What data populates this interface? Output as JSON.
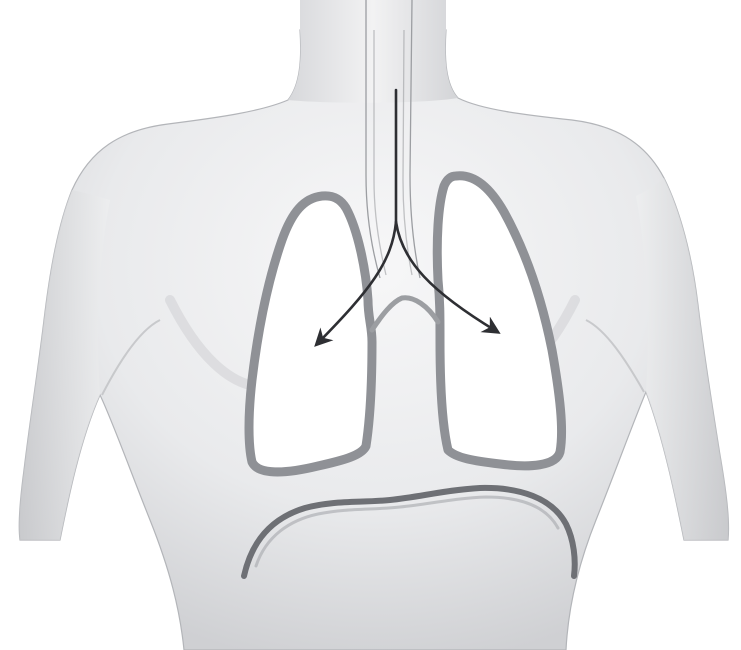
{
  "diagram": {
    "subject": "torso-lungs-airflow",
    "colors": {
      "background": "#ffffff",
      "skin_light": "#f3f3f4",
      "skin_mid": "#dedfe1",
      "skin_shadow": "#c4c5c8",
      "body_outline": "#a9abaf",
      "lung_fill": "#ffffff",
      "lung_outline": "#8f9196",
      "diaphragm": "#6e7075",
      "trachea_line": "#9c9ea2",
      "airflow_arrow": "#2e2f33"
    },
    "parts": [
      {
        "id": "torso",
        "icon": "torso-silhouette"
      },
      {
        "id": "trachea",
        "icon": "windpipe-lines"
      },
      {
        "id": "left-lung",
        "icon": "lung-outline"
      },
      {
        "id": "right-lung",
        "icon": "lung-outline"
      },
      {
        "id": "diaphragm",
        "icon": "diaphragm-curve"
      },
      {
        "id": "airflow",
        "icon": "branching-arrow"
      }
    ]
  }
}
